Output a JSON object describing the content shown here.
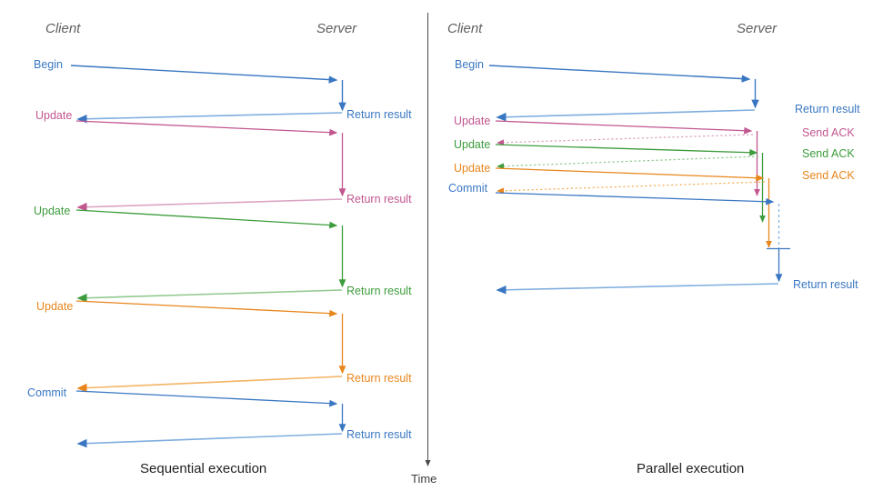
{
  "figure": {
    "title_left": "Sequential execution",
    "title_right": "Parallel execution",
    "time_axis_label": "Time"
  },
  "colors": {
    "blue": "#3a77c2",
    "blue_light": "#7fadde",
    "pink": "#c2568f",
    "pink_light": "#dba3c2",
    "green": "#3d9c3d",
    "green_light": "#92c98f",
    "orange": "#e8861c",
    "orange_light": "#f3b463",
    "divider": "#4a4a4a",
    "header_text": "#5f5f5f",
    "caption_text": "#222222"
  },
  "panels": [
    {
      "name": "sequential",
      "header_client": "Client",
      "header_server": "Server",
      "caption": "Sequential execution",
      "messages": [
        {
          "label": "Begin",
          "color": "blue",
          "reply": "Return result"
        },
        {
          "label": "Update",
          "color": "pink",
          "reply": "Return result"
        },
        {
          "label": "Update",
          "color": "green",
          "reply": "Return result"
        },
        {
          "label": "Update",
          "color": "orange",
          "reply": "Return result"
        },
        {
          "label": "Commit",
          "color": "blue",
          "reply": "Return result"
        }
      ]
    },
    {
      "name": "parallel",
      "header_client": "Client",
      "header_server": "Server",
      "caption": "Parallel execution",
      "messages": [
        {
          "label": "Begin",
          "color": "blue",
          "reply": "Return result"
        },
        {
          "label": "Update",
          "color": "pink",
          "reply": "Send ACK"
        },
        {
          "label": "Update",
          "color": "green",
          "reply": "Send ACK"
        },
        {
          "label": "Update",
          "color": "orange",
          "reply": "Send ACK"
        },
        {
          "label": "Commit",
          "color": "blue",
          "reply": "Return result"
        }
      ]
    }
  ],
  "left_labels": {
    "begin": "Begin",
    "update_1": "Update",
    "update_2": "Update",
    "update_3": "Update",
    "commit": "Commit",
    "ret_1": "Return result",
    "ret_2": "Return result",
    "ret_3": "Return result",
    "ret_4": "Return result",
    "ret_5": "Return result"
  },
  "right_labels": {
    "begin": "Begin",
    "update_1": "Update",
    "update_2": "Update",
    "update_3": "Update",
    "commit": "Commit",
    "ret_1": "Return result",
    "ack_1": "Send ACK",
    "ack_2": "Send ACK",
    "ack_3": "Send ACK",
    "ret_final": "Return result"
  }
}
